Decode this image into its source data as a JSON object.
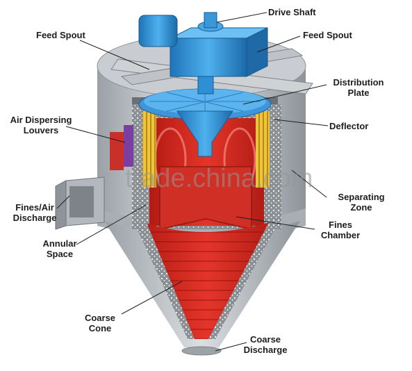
{
  "labels": {
    "drive_shaft": "Drive Shaft",
    "feed_spout_left": "Feed Spout",
    "feed_spout_right": "Feed Spout",
    "distribution_plate": [
      "Distribution",
      "Plate"
    ],
    "deflector": "Deflector",
    "air_dispersing_louvers": [
      "Air Dispersing",
      "Louvers"
    ],
    "separating_zone": [
      "Separating",
      "Zone"
    ],
    "fines_air_discharge": [
      "Fines/Air",
      "Discharge"
    ],
    "fines_chamber": [
      "Fines",
      "Chamber"
    ],
    "annular_space": [
      "Annular",
      "Space"
    ],
    "coarse_cone": [
      "Coarse",
      "Cone"
    ],
    "coarse_discharge": [
      "Coarse",
      "Discharge"
    ]
  },
  "watermark": "trade.china.com",
  "colors": {
    "motor_blue": "#2f8fd6",
    "chamber_red": "#d8281c",
    "shell_gray": "#b9bdc2",
    "louver_yellow": "#e8b630",
    "purple_panel": "#7a3fa0"
  }
}
